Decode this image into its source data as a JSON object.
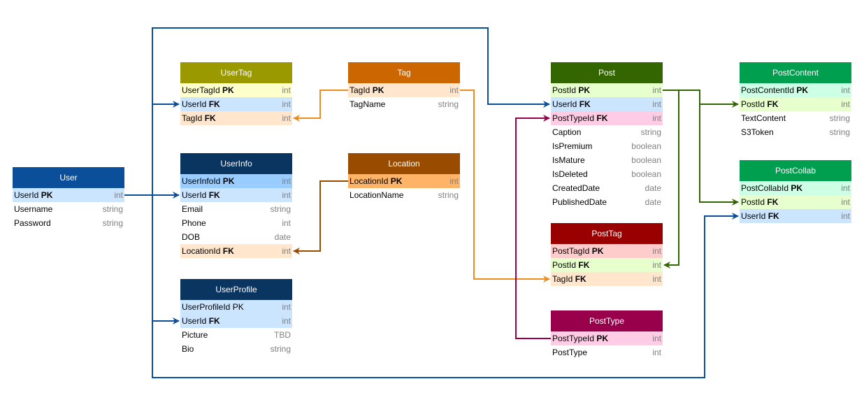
{
  "colors": {
    "user": "#0b4f9a",
    "userinfo": "#0a3561",
    "usertag": "#9a9a00",
    "tag": "#cc6600",
    "location": "#994c00",
    "post": "#336600",
    "postcontent": "#009e4f",
    "posttag": "#990000",
    "posttype": "#99004c",
    "line_blue": "#0b4f9a",
    "line_orange": "#f08c1e",
    "line_brown": "#994c00",
    "line_green": "#336600",
    "line_purple": "#99004c",
    "row_blue": "#cce5ff",
    "row_blue_dark": "#99ccff",
    "row_peach": "#ffe6cc",
    "row_yellow": "#ffffcc",
    "row_orange": "#ffb366",
    "row_lightgreen": "#e6ffcc",
    "row_pink": "#ffcce6",
    "row_mint": "#ccffe6",
    "row_rose": "#ffcccc"
  },
  "entities": {
    "user": {
      "title": "User",
      "rows": [
        {
          "name": "UserId",
          "key": "PK",
          "type": "int"
        },
        {
          "name": "Username",
          "key": "",
          "type": "string"
        },
        {
          "name": "Password",
          "key": "",
          "type": "string"
        }
      ]
    },
    "usertag": {
      "title": "UserTag",
      "rows": [
        {
          "name": "UserTagId",
          "key": "PK",
          "type": "int"
        },
        {
          "name": "UserId",
          "key": "FK",
          "type": "int"
        },
        {
          "name": "TagId",
          "key": "FK",
          "type": "int"
        }
      ]
    },
    "userinfo": {
      "title": "UserInfo",
      "rows": [
        {
          "name": "UserInfoId",
          "key": "PK",
          "type": "int"
        },
        {
          "name": "UserId",
          "key": "FK",
          "type": "int"
        },
        {
          "name": "Email",
          "key": "",
          "type": "string"
        },
        {
          "name": "Phone",
          "key": "",
          "type": "int"
        },
        {
          "name": "DOB",
          "key": "",
          "type": "date"
        },
        {
          "name": "LocationId",
          "key": "FK",
          "type": "int"
        }
      ]
    },
    "userprofile": {
      "title": "UserProfile",
      "rows": [
        {
          "name": "UserProfileId",
          "key": "PK",
          "type": "int",
          "plain": true
        },
        {
          "name": "UserId",
          "key": "FK",
          "type": "int"
        },
        {
          "name": "Picture",
          "key": "",
          "type": "TBD"
        },
        {
          "name": "Bio",
          "key": "",
          "type": "string"
        }
      ]
    },
    "tag": {
      "title": "Tag",
      "rows": [
        {
          "name": "TagId",
          "key": "PK",
          "type": "int"
        },
        {
          "name": "TagName",
          "key": "",
          "type": "string"
        }
      ]
    },
    "location": {
      "title": "Location",
      "rows": [
        {
          "name": "LocationId",
          "key": "PK",
          "type": "int"
        },
        {
          "name": "LocationName",
          "key": "",
          "type": "string"
        }
      ]
    },
    "post": {
      "title": "Post",
      "rows": [
        {
          "name": "PostId",
          "key": "PK",
          "type": "int"
        },
        {
          "name": "UserId",
          "key": "FK",
          "type": "int"
        },
        {
          "name": "PostTypeId",
          "key": "FK",
          "type": "int"
        },
        {
          "name": "Caption",
          "key": "",
          "type": "string"
        },
        {
          "name": "IsPremium",
          "key": "",
          "type": "boolean"
        },
        {
          "name": "IsMature",
          "key": "",
          "type": "boolean"
        },
        {
          "name": "IsDeleted",
          "key": "",
          "type": "boolean"
        },
        {
          "name": "CreatedDate",
          "key": "",
          "type": "date"
        },
        {
          "name": "PublishedDate",
          "key": "",
          "type": "date"
        }
      ]
    },
    "posttag": {
      "title": "PostTag",
      "rows": [
        {
          "name": "PostTagId",
          "key": "PK",
          "type": "int"
        },
        {
          "name": "PostId",
          "key": "FK",
          "type": "int"
        },
        {
          "name": "TagId",
          "key": "FK",
          "type": "int"
        }
      ]
    },
    "posttype": {
      "title": "PostType",
      "rows": [
        {
          "name": "PostTypeId",
          "key": "PK",
          "type": "int"
        },
        {
          "name": "PostType",
          "key": "",
          "type": "int"
        }
      ]
    },
    "postcontent": {
      "title": "PostContent",
      "rows": [
        {
          "name": "PostContentId",
          "key": "PK",
          "type": "int"
        },
        {
          "name": "PostId",
          "key": "FK",
          "type": "int"
        },
        {
          "name": "TextContent",
          "key": "",
          "type": "string"
        },
        {
          "name": "S3Token",
          "key": "",
          "type": "string"
        }
      ]
    },
    "postcollab": {
      "title": "PostCollab",
      "rows": [
        {
          "name": "PostCollabId",
          "key": "PK",
          "type": "int"
        },
        {
          "name": "PostId",
          "key": "FK",
          "type": "int"
        },
        {
          "name": "UserId",
          "key": "FK",
          "type": "int"
        }
      ]
    }
  }
}
